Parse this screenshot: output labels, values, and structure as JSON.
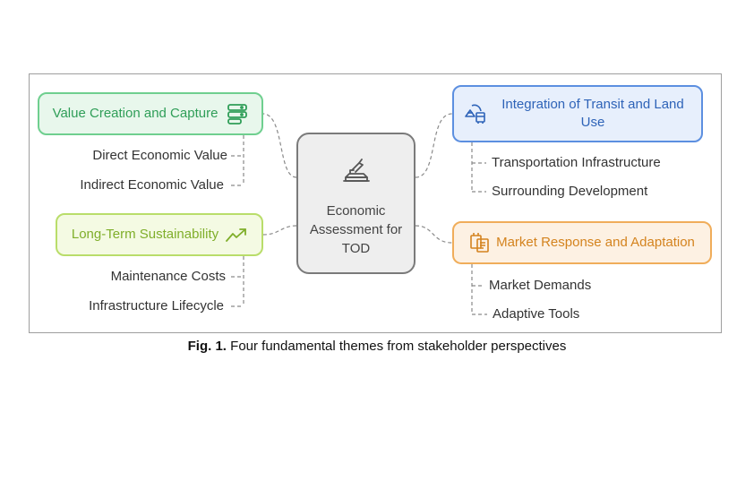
{
  "center": {
    "title": "Economic Assessment for TOD",
    "icon": "transit-economics-icon"
  },
  "themes": {
    "value_creation": {
      "label": "Value Creation and Capture",
      "icon": "stacked-layers-icon",
      "color": "#2f9e58",
      "items": [
        "Direct Economic Value",
        "Indirect Economic Value"
      ]
    },
    "long_term": {
      "label": "Long-Term Sustainability",
      "icon": "trend-up-icon",
      "color": "#7fae2a",
      "items": [
        "Maintenance Costs",
        "Infrastructure Lifecycle"
      ]
    },
    "integration": {
      "label": "Integration of Transit and Land Use",
      "icon": "transit-landuse-icon",
      "color": "#2e63b8",
      "items": [
        "Transportation Infrastructure",
        "Surrounding Development"
      ]
    },
    "market": {
      "label": "Market Response and Adaptation",
      "icon": "market-docs-icon",
      "color": "#d4831e",
      "items": [
        "Market Demands",
        "Adaptive Tools"
      ]
    }
  },
  "caption": {
    "label": "Fig. 1.",
    "text": "Four fundamental themes from stakeholder perspectives"
  }
}
